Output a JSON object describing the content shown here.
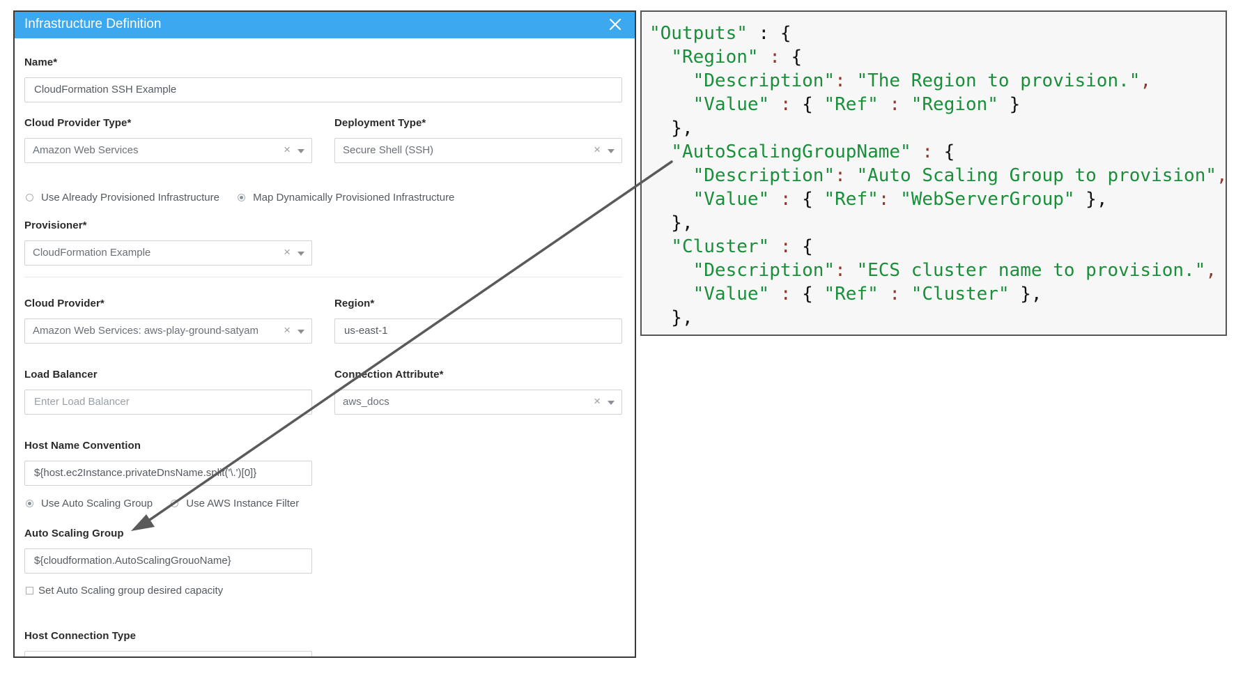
{
  "dialog": {
    "title": "Infrastructure Definition",
    "close_icon": "close-icon",
    "name_label": "Name*",
    "name_value": "CloudFormation SSH Example",
    "cloud_provider_type_label": "Cloud Provider Type*",
    "cloud_provider_type_value": "Amazon Web Services",
    "deployment_type_label": "Deployment Type*",
    "deployment_type_value": "Secure Shell (SSH)",
    "infra_mode": {
      "option1": "Use Already Provisioned Infrastructure",
      "option2": "Map Dynamically Provisioned Infrastructure",
      "selected": "option2"
    },
    "provisioner_label": "Provisioner*",
    "provisioner_value": "CloudFormation Example",
    "cloud_provider_label": "Cloud Provider*",
    "cloud_provider_value": "Amazon Web Services: aws-play-ground-satyam",
    "region_label": "Region*",
    "region_value": "us-east-1",
    "load_balancer_label": "Load Balancer",
    "load_balancer_placeholder": "Enter Load Balancer",
    "connection_attribute_label": "Connection Attribute*",
    "connection_attribute_value": "aws_docs",
    "host_name_convention_label": "Host Name Convention",
    "host_name_convention_value": "${host.ec2Instance.privateDnsName.split('\\.')[0]}",
    "instance_mode": {
      "option1": "Use Auto Scaling Group",
      "option2": "Use AWS Instance Filter",
      "selected": "option1"
    },
    "auto_scaling_group_label": "Auto Scaling Group",
    "auto_scaling_group_value": "${cloudformation.AutoScalingGrouoName}",
    "desired_capacity_checkbox_label": "Set Auto Scaling group desired capacity",
    "desired_capacity_checked": false,
    "host_connection_type_label": "Host Connection Type",
    "clear_glyph": "×"
  },
  "code": {
    "outputs_key": "\"Outputs\"",
    "region_key": "\"Region\"",
    "region_description": "\"The Region to provision.\"",
    "region_ref": "\"Region\"",
    "asg_key": "\"AutoScalingGroupName\"",
    "asg_description": "\"Auto Scaling Group to provision\"",
    "asg_ref": "\"WebServerGroup\"",
    "cluster_key": "\"Cluster\"",
    "cluster_description": "\"ECS cluster name to provision.\"",
    "cluster_ref": "\"Cluster\"",
    "description_key": "\"Description\"",
    "value_key": "\"Value\"",
    "ref_key": "\"Ref\""
  },
  "colors": {
    "header_bg": "#3ba8ef",
    "code_green": "#1a8f3a",
    "code_punct": "#8b3a2e",
    "arrow": "#5a5a5a"
  }
}
